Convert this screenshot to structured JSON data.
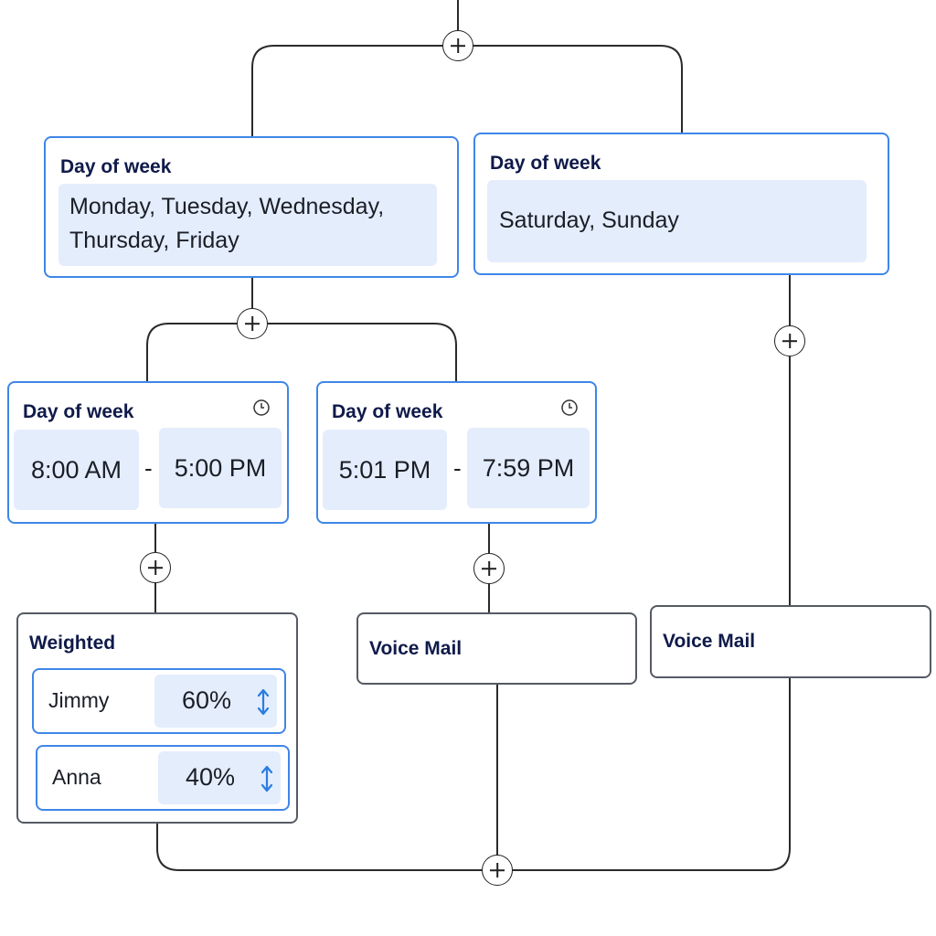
{
  "colors": {
    "accent": "#3f86e8",
    "field_bg": "#e4edfc",
    "title": "#0f1a4a",
    "line": "#222222"
  },
  "nodes": {
    "weekday": {
      "title": "Day of week",
      "value": "Monday, Tuesday, Wednesday, Thursday, Friday"
    },
    "weekend": {
      "title": "Day of week",
      "value": "Saturday, Sunday"
    },
    "business_hours": {
      "title": "Day of week",
      "start": "8:00 AM",
      "separator": "-",
      "end": "5:00 PM",
      "icon": "clock-icon"
    },
    "evening_hours": {
      "title": "Day of week",
      "start": "5:01 PM",
      "separator": "-",
      "end": "7:59 PM",
      "icon": "clock-icon"
    },
    "weighted": {
      "title": "Weighted",
      "items": [
        {
          "name": "Jimmy",
          "percent": "60%",
          "icon": "sort-arrows-icon"
        },
        {
          "name": "Anna",
          "percent": "40%",
          "icon": "sort-arrows-icon"
        }
      ]
    },
    "voicemail_evening": {
      "title": "Voice Mail"
    },
    "voicemail_weekend": {
      "title": "Voice Mail"
    }
  },
  "add_buttons": {
    "icon": "plus-icon",
    "count": 6
  }
}
